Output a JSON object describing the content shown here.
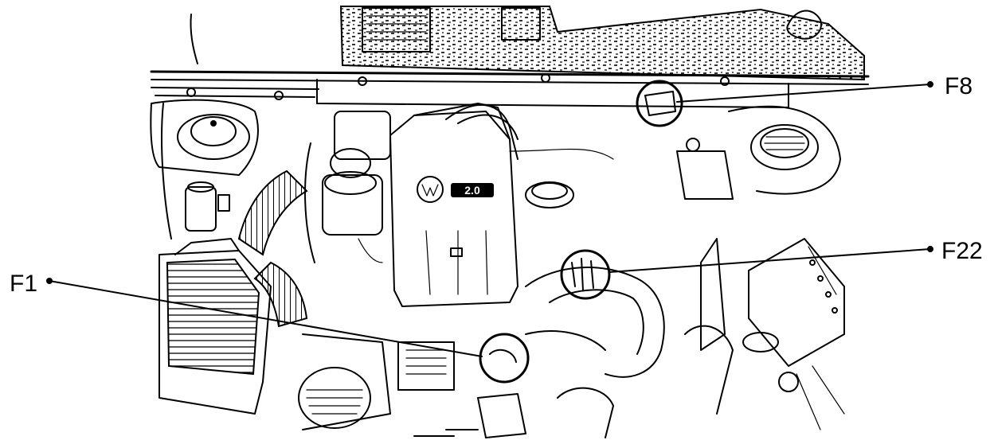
{
  "callouts": {
    "f1": "F1",
    "f8": "F8",
    "f22": "F22"
  },
  "badge": {
    "engine_size": "2.0"
  },
  "colors": {
    "ink": "#000000",
    "paper": "#ffffff"
  }
}
